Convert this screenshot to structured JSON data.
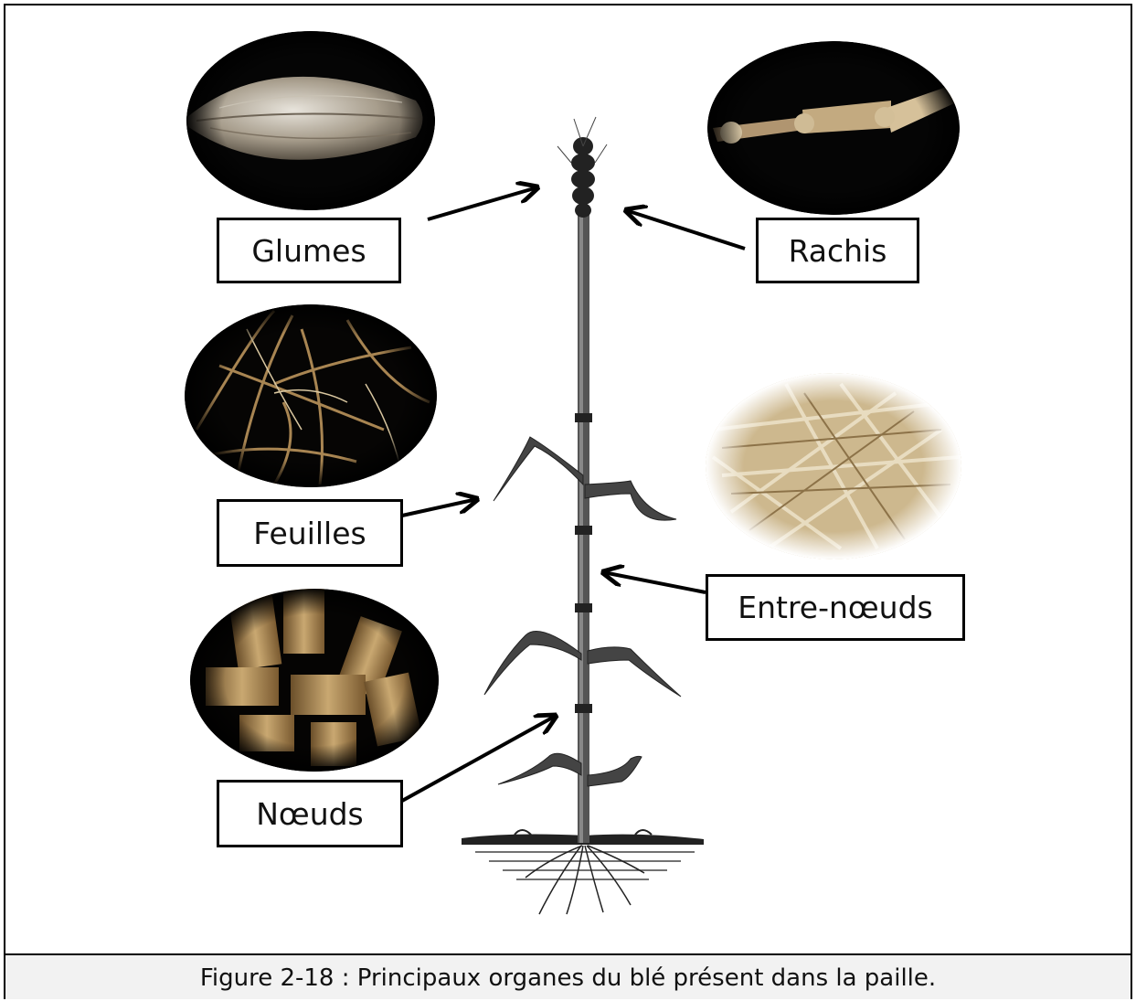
{
  "labels": {
    "glumes": "Glumes",
    "rachis": "Rachis",
    "feuilles": "Feuilles",
    "entre_noeuds": "Entre-nœuds",
    "noeuds": "Nœuds"
  },
  "caption": "Figure 2-18 : Principaux organes du blé présent dans la paille."
}
